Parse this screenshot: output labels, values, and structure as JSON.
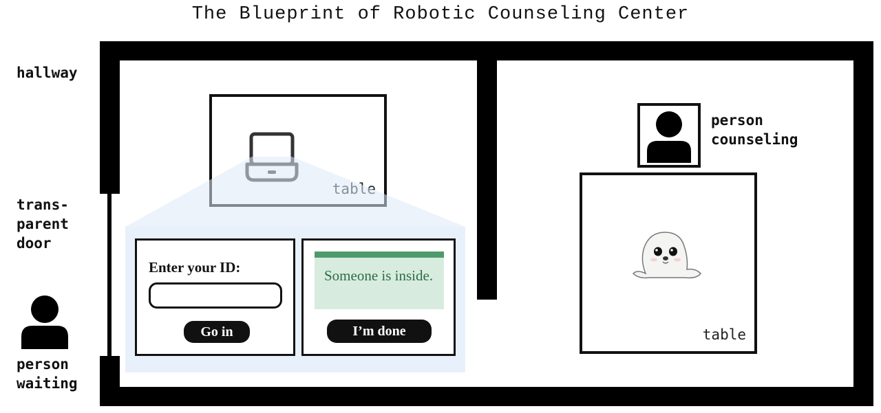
{
  "title": "The Blueprint of Robotic Counseling Center",
  "labels": {
    "hallway": "hallway",
    "door": [
      "trans-",
      "parent",
      "door"
    ],
    "person_waiting": [
      "person",
      "waiting"
    ],
    "person_counseling": [
      "person",
      "counseling"
    ],
    "table_left": "table",
    "table_right": "table"
  },
  "kiosk_ui": {
    "login": {
      "prompt": "Enter your ID:",
      "id_value": "",
      "button": "Go in"
    },
    "status": {
      "message": "Someone is inside.",
      "button": "I’m done"
    }
  },
  "icons": {
    "person_waiting": "person-icon",
    "person_counseling": "person-icon",
    "laptop": "laptop-icon",
    "robot": "seal-robot-icon"
  },
  "colors": {
    "walls": "#000000",
    "panel_background": "#e8f0fb",
    "notice_background": "#d7ecde",
    "notice_bar": "#4e9a6c",
    "notice_text": "#2e6b45"
  }
}
